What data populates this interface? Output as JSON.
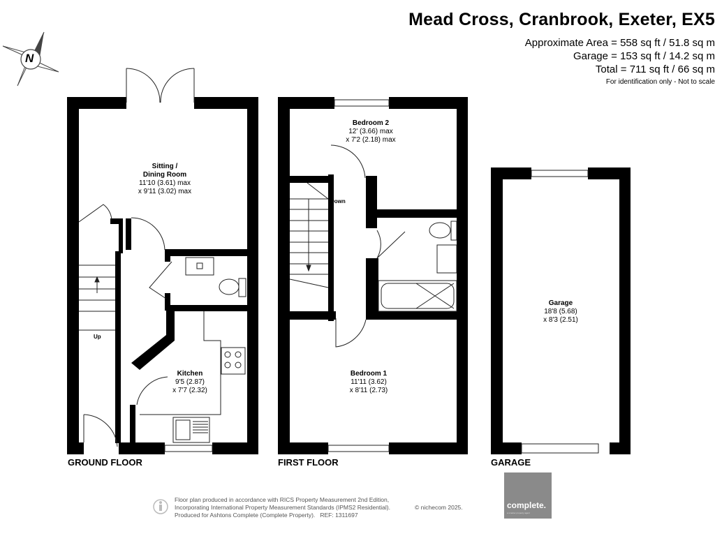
{
  "header": {
    "title": "Mead Cross, Cranbrook, Exeter, EX5",
    "approx_area": "Approximate Area = 558 sq ft / 51.8 sq m",
    "garage_area": "Garage = 153 sq ft / 14.2 sq m",
    "total_area": "Total = 711 sq ft / 66 sq m",
    "note": "For identification only - Not to scale"
  },
  "compass": {
    "letter": "N",
    "icon": "north-compass-icon"
  },
  "floors": {
    "ground": "GROUND FLOOR",
    "first": "FIRST FLOOR",
    "garage": "GARAGE"
  },
  "rooms": {
    "sitting": {
      "name1": "Sitting /",
      "name2": "Dining Room",
      "dim1": "11'10 (3.61) max",
      "dim2": "x 9'11 (3.02) max"
    },
    "kitchen": {
      "name": "Kitchen",
      "dim1": "9'5 (2.87)",
      "dim2": "x 7'7 (2.32)"
    },
    "bedroom2": {
      "name": "Bedroom 2",
      "dim1": "12' (3.66) max",
      "dim2": "x 7'2 (2.18) max"
    },
    "bedroom1": {
      "name": "Bedroom 1",
      "dim1": "11'11 (3.62)",
      "dim2": "x 8'11 (2.73)"
    },
    "garage": {
      "name": "Garage",
      "dim1": "18'8 (5.68)",
      "dim2": "x 8'3 (2.51)"
    }
  },
  "stairs": {
    "up": "Up",
    "down": "Down"
  },
  "footer": {
    "line1": "Floor plan produced in accordance with RICS Property Measurement 2nd Edition,",
    "line2": "Incorporating International Property Measurement Standards (IPMS2 Residential).",
    "line3": "Produced for Ashtons Complete (Complete Property).",
    "ref": "REF: 1311697",
    "copyright": "© nichecom 2025.",
    "logo_text": "complete.",
    "logo_sub": "a smarter property agent"
  }
}
